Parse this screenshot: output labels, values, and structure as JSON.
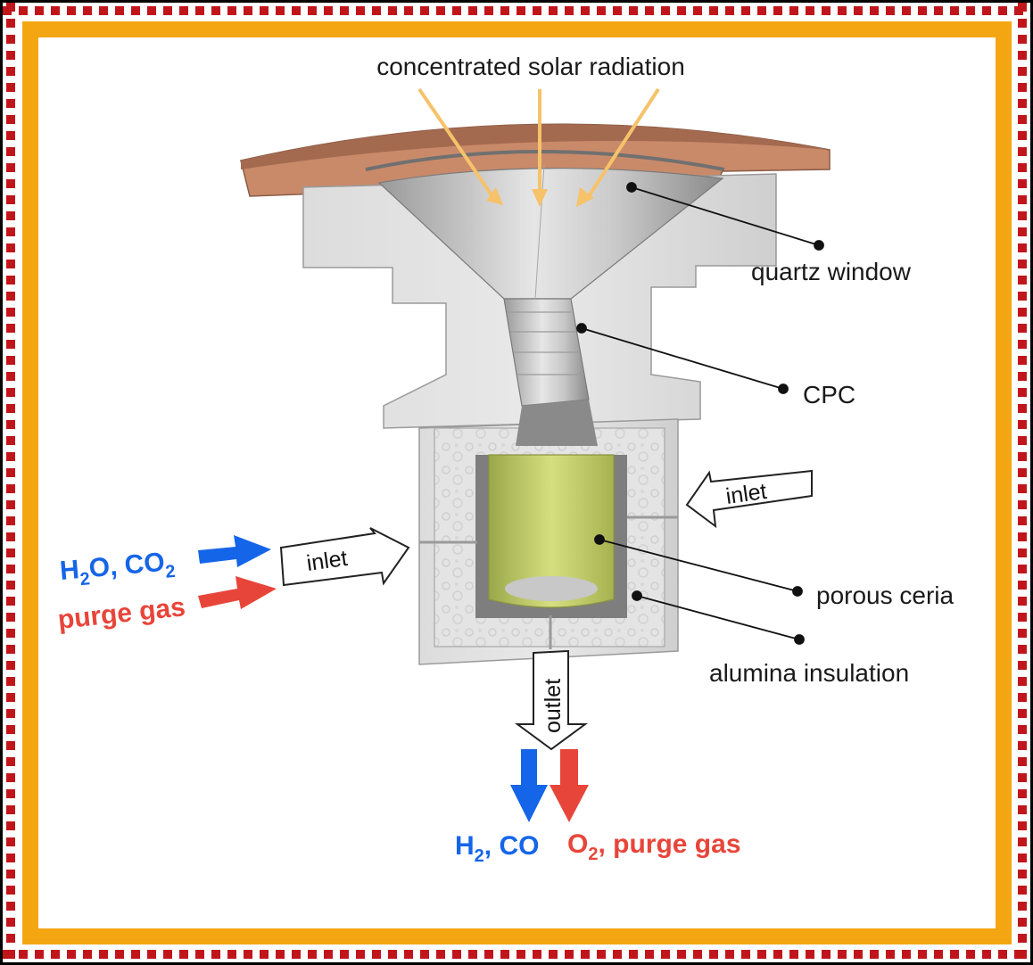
{
  "labels": {
    "radiation": "concentrated solar radiation",
    "quartz_window": "quartz window",
    "cpc": "CPC",
    "porous_ceria": "porous ceria",
    "alumina_insulation": "alumina insulation",
    "inlet_left": "inlet",
    "inlet_right": "inlet",
    "outlet": "outlet"
  },
  "inputs": {
    "reactants_h2o": "H",
    "reactants_h2o_sub": "2",
    "reactants_rest": "O, CO",
    "reactants_rest_sub": "2",
    "purge": "purge gas"
  },
  "outputs": {
    "h2": "H",
    "h2_sub": "2",
    "co": ", CO",
    "o2": "O",
    "o2_sub": "2",
    "o2_rest": ", purge gas"
  },
  "colors": {
    "blue": "#1565e8",
    "red": "#e8453a",
    "frame_orange": "#f4a612",
    "dash_red": "#c0161b",
    "copper": "#c98a6a",
    "ceria": "#c9d46a",
    "radiation_arrow": "#f6c26a"
  }
}
